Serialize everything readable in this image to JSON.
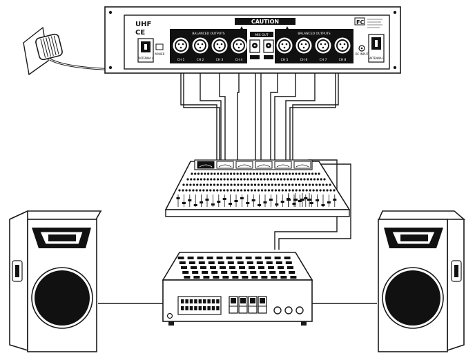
{
  "receiver": {
    "brand": "UHF",
    "ce_mark": "CE",
    "caution": "CAUTION",
    "fcc_mark": "FC",
    "balanced_outputs_left_label": "BALANCED OUTPUTS",
    "balanced_outputs_right_label": "BALANCED OUTPUTS",
    "mix_out_label": "MIX OUT",
    "antenna_a_label": "ANTENNA A",
    "antenna_b_label": "ANTENNA B",
    "power_label": "POWER",
    "dc_input_label": "DC INPUT",
    "outputs_left": [
      "CH 1",
      "CH 2",
      "CH 3",
      "CH 4"
    ],
    "outputs_right": [
      "CH 5",
      "CH 6",
      "CH 7",
      "CH 8"
    ]
  },
  "colors": {
    "line": "#1a1a1a",
    "fill": "#ffffff",
    "dark": "#111111"
  },
  "icons": {
    "power_adapter": "wall-adapter-icon",
    "speaker": "speaker-cabinet-icon",
    "mixer": "mixing-console-icon",
    "amplifier": "power-amplifier-icon"
  }
}
